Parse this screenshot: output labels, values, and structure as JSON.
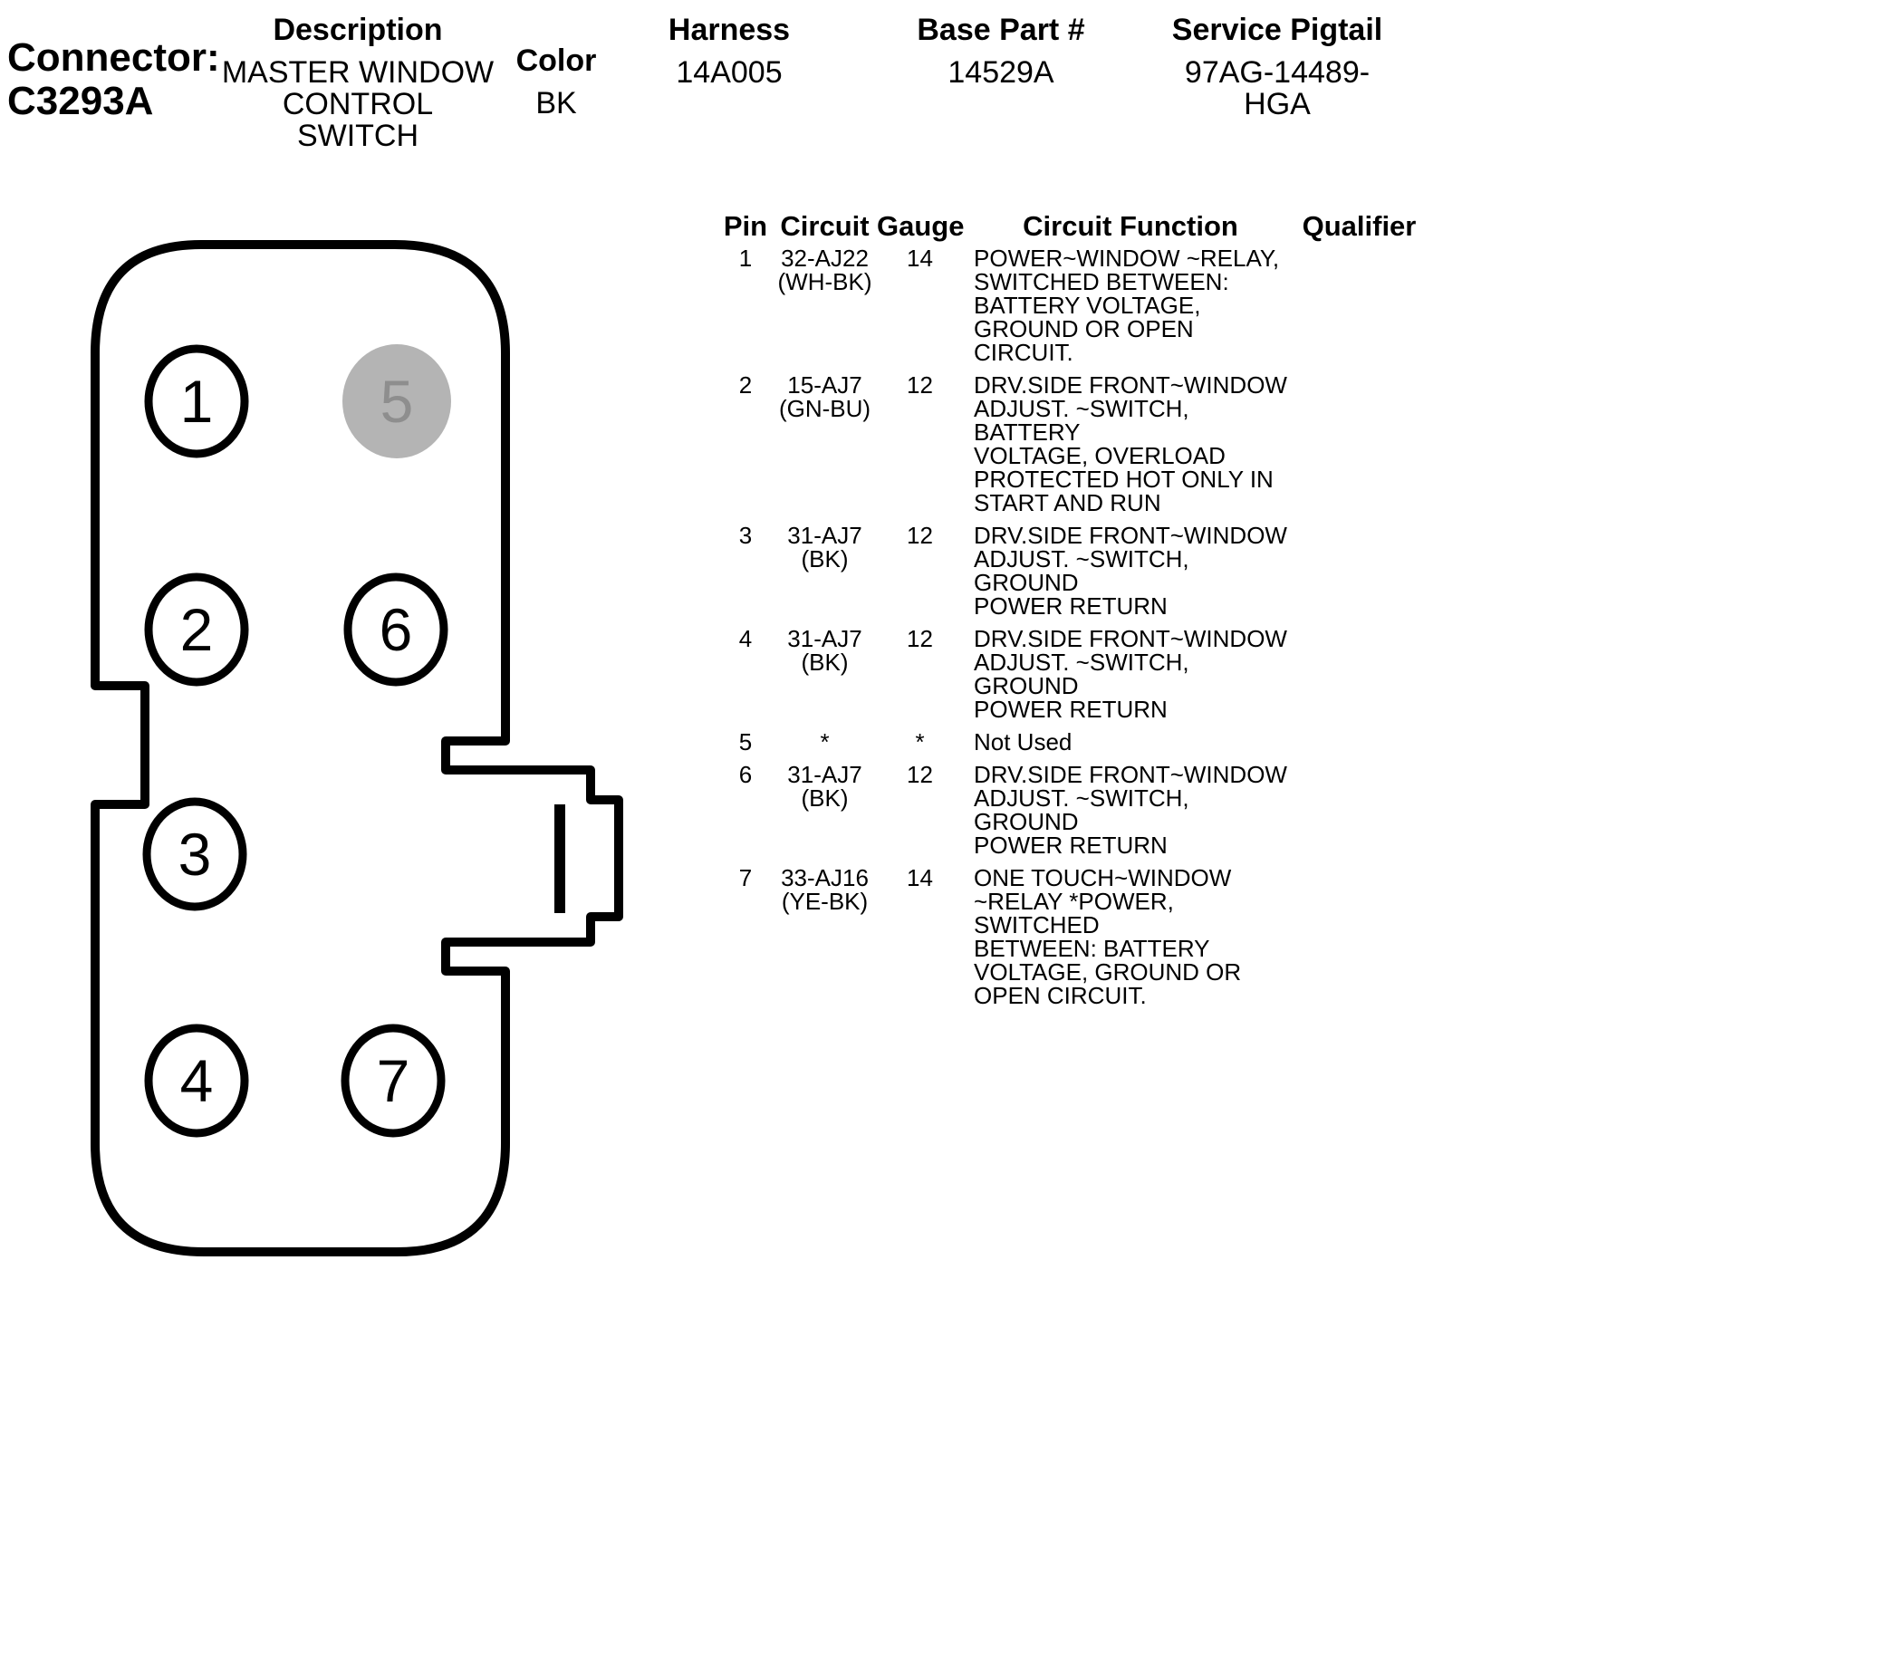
{
  "header": {
    "connector_title": "Connector:\nC3293A",
    "description_label": "Description",
    "description_value": "MASTER WINDOW\nCONTROL\nSWITCH",
    "color_label": "Color",
    "color_value": "BK",
    "harness_label": "Harness",
    "harness_value": "14A005",
    "base_part_label": "Base Part #",
    "base_part_value": "14529A",
    "service_pigtail_label": "Service Pigtail",
    "service_pigtail_value": "97AG-14489-HGA"
  },
  "connector": {
    "pins": [
      {
        "number": "1"
      },
      {
        "number": "2"
      },
      {
        "number": "3"
      },
      {
        "number": "4"
      },
      {
        "number": "5"
      },
      {
        "number": "6"
      },
      {
        "number": "7"
      }
    ]
  },
  "colors": {
    "line": "#000000",
    "pin5_fill": "#b4b4b4",
    "pin5_text": "#8e8e8e"
  },
  "table": {
    "headers": {
      "pin": "Pin",
      "circuit": "Circuit",
      "gauge": "Gauge",
      "function": "Circuit Function",
      "qualifier": "Qualifier"
    },
    "rows": [
      {
        "pin": "1",
        "circuit": "32-AJ22\n(WH-BK)",
        "gauge": "14",
        "function": "POWER~WINDOW ~RELAY,\nSWITCHED BETWEEN:\nBATTERY VOLTAGE,\nGROUND OR OPEN CIRCUIT.",
        "qualifier": ""
      },
      {
        "pin": "2",
        "circuit": "15-AJ7\n(GN-BU)",
        "gauge": "12",
        "function": "DRV.SIDE FRONT~WINDOW\nADJUST. ~SWITCH, BATTERY\nVOLTAGE, OVERLOAD\nPROTECTED HOT ONLY IN\nSTART AND RUN",
        "qualifier": ""
      },
      {
        "pin": "3",
        "circuit": "31-AJ7\n(BK)",
        "gauge": "12",
        "function": "DRV.SIDE FRONT~WINDOW\nADJUST. ~SWITCH, GROUND\nPOWER RETURN",
        "qualifier": ""
      },
      {
        "pin": "4",
        "circuit": "31-AJ7\n(BK)",
        "gauge": "12",
        "function": "DRV.SIDE FRONT~WINDOW\nADJUST. ~SWITCH, GROUND\nPOWER RETURN",
        "qualifier": ""
      },
      {
        "pin": "5",
        "circuit": "*",
        "gauge": "*",
        "function": "Not Used",
        "qualifier": ""
      },
      {
        "pin": "6",
        "circuit": "31-AJ7\n(BK)",
        "gauge": "12",
        "function": "DRV.SIDE FRONT~WINDOW\nADJUST. ~SWITCH, GROUND\nPOWER RETURN",
        "qualifier": ""
      },
      {
        "pin": "7",
        "circuit": "33-AJ16\n(YE-BK)",
        "gauge": "14",
        "function": "ONE TOUCH~WINDOW\n~RELAY *POWER, SWITCHED\nBETWEEN: BATTERY\nVOLTAGE, GROUND OR\nOPEN CIRCUIT.",
        "qualifier": ""
      }
    ]
  }
}
